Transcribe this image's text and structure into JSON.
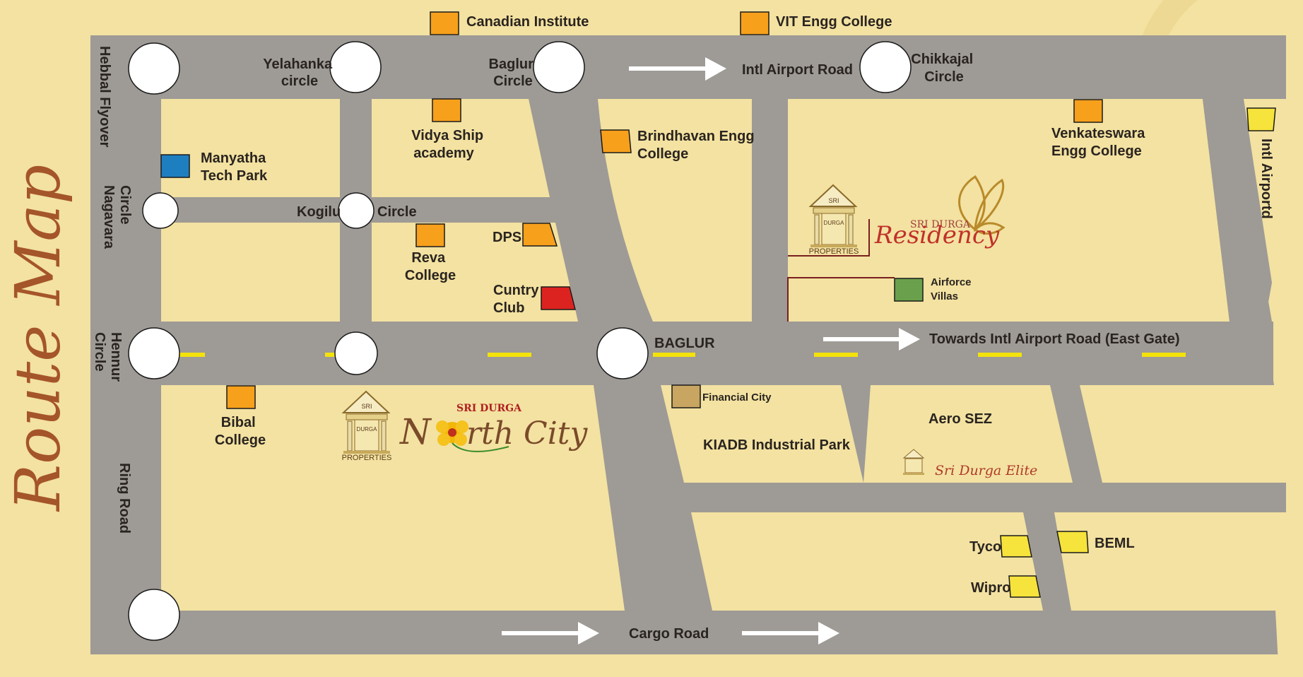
{
  "title": "Route Map",
  "colors": {
    "background": "#f3e2a1",
    "road": "#9e9a96",
    "block": "#f3e2a1",
    "circle": "#ffffff",
    "divider": "#f4e20b",
    "title": "#a5552a",
    "orange_marker": "#f7a01c",
    "blue_marker": "#1e7fc0",
    "red_marker": "#dd2320",
    "green_marker": "#6aa04c",
    "tan_marker": "#c8a560",
    "yellow_marker": "#f6e33b"
  },
  "roads": {
    "hebbal_flyover": "Hebbal Flyover",
    "intl_airport_road": "Intl Airport Road",
    "intl_airportd": "Intl Airportd",
    "ring_road": "Ring Road",
    "towards_east_gate": "Towards Intl Airport Road (East Gate)",
    "cargo_road": "Cargo Road"
  },
  "circles": {
    "yelahanka_line1": "Yelahanka",
    "yelahanka_line2": "circle",
    "baglur_line1": "Baglur",
    "baglur_line2": "Circle",
    "chikkajal_line1": "Chikkajal",
    "chikkajal_line2": "Circle",
    "nagavara_line1": "Nagavara",
    "nagavara_line2": "Circle",
    "kogilu": "Kogilu",
    "kogilu_circle": "Circle",
    "hennur_line1": "Hennur",
    "hennur_line2": "Circle",
    "baglur_junction": "BAGLUR"
  },
  "landmarks": {
    "canadian_institute": "Canadian Institute",
    "vit_engg_college": "VIT Engg College",
    "vidya_line1": "Vidya Ship",
    "vidya_line2": "academy",
    "brindhavan_line1": "Brindhavan Engg",
    "brindhavan_line2": "College",
    "venkateswara_line1": "Venkateswara",
    "venkateswara_line2": "Engg College",
    "manyatha_line1": "Manyatha",
    "manyatha_line2": "Tech Park",
    "dps": "DPS",
    "reva_line1": "Reva",
    "reva_line2": "College",
    "cuntry_line1": "Cuntry",
    "cuntry_line2": "Club",
    "airforce_line1": "Airforce",
    "airforce_line2": "Villas",
    "bibal_line1": "Bibal",
    "bibal_line2": "College",
    "financial_city": "Financial City",
    "kiadb": "KIADB Industrial Park",
    "aero_sez": "Aero SEZ",
    "tyco": "Tyco",
    "beml": "BEML",
    "wipro": "Wipro"
  },
  "logos": {
    "sri": "SRI",
    "durga": "DURGA",
    "properties": "PROPERTIES",
    "residency_top": "SRI DURGA",
    "residency_name": "Residency",
    "north_top": "SRI DURGA",
    "north_name_a": "N",
    "north_name_b": "rth City",
    "elite_name": "Sri Durga Elite"
  }
}
